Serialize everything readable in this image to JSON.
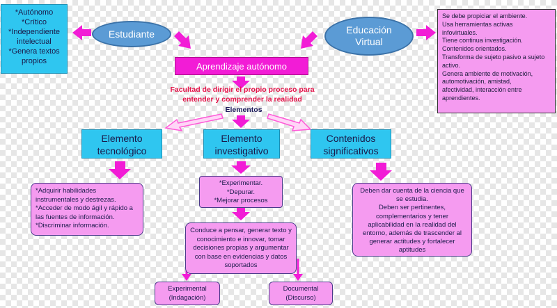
{
  "traits_box": {
    "text": "*Autónomo\n*Crítico\n*Independiente\nintelectual\n*Genera textos\npropios"
  },
  "student": {
    "label": "Estudiante"
  },
  "virtual_ed": {
    "label": "Educación\nVirtual"
  },
  "virtual_box": {
    "text": "Se debe propiciar el ambiente.\nUsa herramientas activas\ninfovirtuales.\nTiene continua investigación.\nContenidos orientados.\nTransforma de sujeto pasivo a sujeto\nactivo.\nGenera ambiente de motivación,\nautomotivación, amistad,\nafectividad, interacción entre\naprendientes."
  },
  "autonomous_learning": {
    "label": "Aprendizaje autónomo"
  },
  "definition": {
    "text": "Facultad de dirigir el propio proceso para\nentender y comprender la realidad"
  },
  "elements_label": {
    "text": "Elementos"
  },
  "tech": {
    "title": "Elemento\ntecnológico",
    "details": "*Adquirir habilidades\ninstrumentales y destrezas.\n*Acceder de modo ágil y rápido a\nlas fuentes de información.\n*Discriminar información."
  },
  "invest": {
    "title": "Elemento\ninvestigativo",
    "details": "*Experimentar.\n*Depurar.\n*Mejorar procesos",
    "outcome": "Conduce a pensar, generar texto y\nconocimiento e innovar, tomar\ndecisiones propias y argumentar\ncon base en evidencias y datos\nsoportados",
    "experimental": "Experimental\n(Indagación)",
    "documental": "Documental\n(Discurso)"
  },
  "content": {
    "title": "Contenidos\nsignificativos",
    "details": "Deben dar cuenta de la ciencia que\nse estudia.\nDeben ser pertinentes,\ncomplementarios y tener\naplicabilidad en la realidad del\nentorno, además de trascender al\ngenerar actitudes y fortalecer\naptitudes"
  },
  "colors": {
    "cyan": "#2fc6f0",
    "pink_box": "#f59bf0",
    "magenta": "#f21cd6",
    "oval_blue": "#5b9bd5",
    "red_text": "#e4144a",
    "arrow_outline_pink": "#ff8fe8"
  }
}
